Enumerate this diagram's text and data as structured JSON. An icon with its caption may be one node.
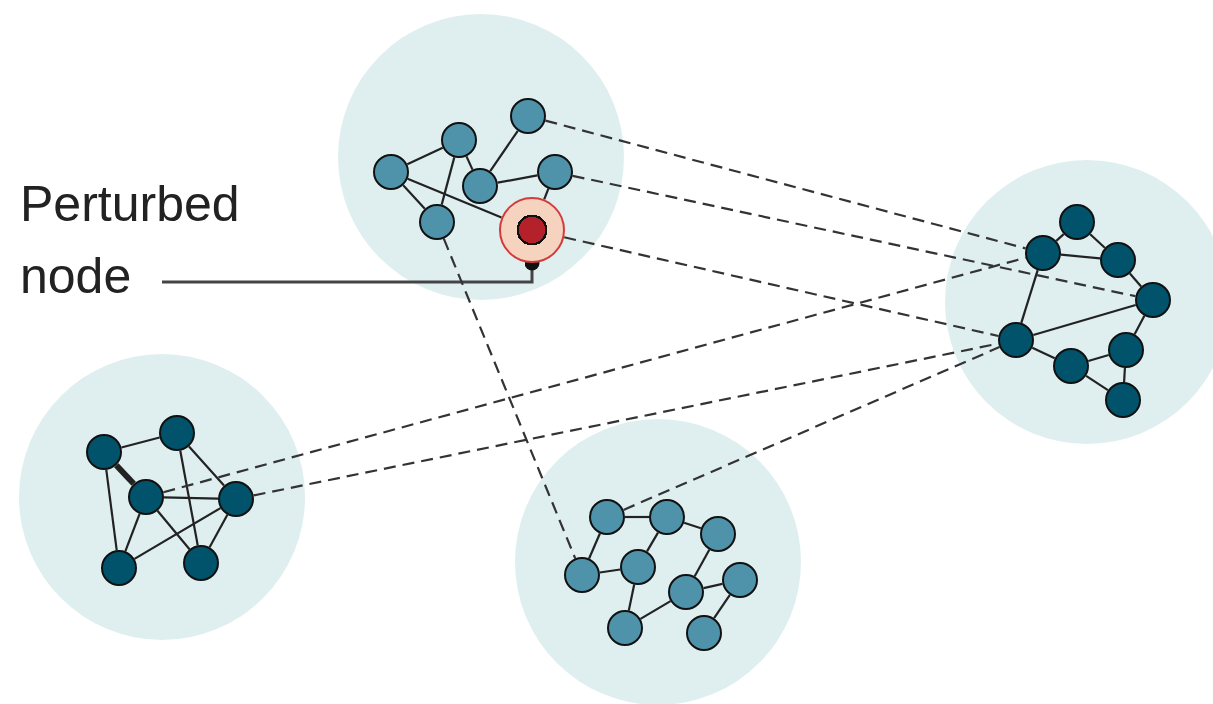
{
  "diagram": {
    "nodes": [
      {
        "text": [],
        "shape": "circle"
      },
      {
        "text": [],
        "shape": "circle",
        "in": 0
      },
      {
        "text": [],
        "shape": "circle",
        "in": 0
      },
      {
        "text": [],
        "shape": "circle",
        "in": 0
      },
      {
        "text": [],
        "shape": "circle",
        "in": 0
      },
      {
        "text": [],
        "shape": "circle",
        "in": 0
      },
      {
        "text": [],
        "shape": "circle",
        "in": 0
      },
      {
        "text": [],
        "shape": "circle",
        "in": 0
      },
      {
        "text": [
          "Perturbed node"
        ]
      },
      {
        "text": [],
        "shape": "circle"
      },
      {
        "text": [],
        "shape": "circle",
        "in": 9
      },
      {
        "text": [],
        "shape": "circle",
        "in": 9
      },
      {
        "text": [],
        "shape": "circle",
        "in": 9
      },
      {
        "text": [],
        "shape": "circle",
        "in": 9
      },
      {
        "text": [],
        "shape": "circle",
        "in": 9
      },
      {
        "text": [],
        "shape": "circle",
        "in": 9
      },
      {
        "text": [],
        "shape": "circle",
        "in": 9
      },
      {
        "text": [],
        "shape": "circle",
        "in": 9
      },
      {
        "text": [],
        "shape": "circle"
      },
      {
        "text": [],
        "shape": "circle",
        "in": 18
      },
      {
        "text": [],
        "shape": "circle",
        "in": 18
      },
      {
        "text": [],
        "shape": "circle",
        "in": 18
      },
      {
        "text": [],
        "shape": "circle",
        "in": 18
      },
      {
        "text": [],
        "shape": "circle",
        "in": 18
      },
      {
        "text": [],
        "shape": "circle",
        "in": 18
      },
      {
        "text": [],
        "shape": "circle"
      },
      {
        "text": [],
        "shape": "circle",
        "in": 25
      },
      {
        "text": [],
        "shape": "circle",
        "in": 25
      },
      {
        "text": [],
        "shape": "circle",
        "in": 25
      },
      {
        "text": [],
        "shape": "circle",
        "in": 25
      },
      {
        "text": [],
        "shape": "circle",
        "in": 25
      },
      {
        "text": [],
        "shape": "circle",
        "in": 25
      },
      {
        "text": [],
        "shape": "circle",
        "in": 25
      },
      {
        "text": [],
        "shape": "circle",
        "in": 25
      },
      {
        "text": [],
        "shape": "circle",
        "in": 25
      }
    ],
    "edges": [
      {
        "from": 1,
        "to": 2,
        "arrow": "none"
      },
      {
        "from": 1,
        "to": 6,
        "arrow": "none"
      },
      {
        "from": 1,
        "to": 7,
        "arrow": "none"
      },
      {
        "from": 2,
        "to": 6,
        "arrow": "none"
      },
      {
        "from": 2,
        "to": 4,
        "arrow": "none"
      },
      {
        "from": 4,
        "to": 3,
        "arrow": "none"
      },
      {
        "from": 4,
        "to": 5,
        "arrow": "none"
      },
      {
        "from": 5,
        "to": 7,
        "arrow": "none"
      },
      {
        "from": 8,
        "to": 7,
        "arrow": "other"
      },
      {
        "from": 10,
        "to": 11,
        "arrow": "none"
      },
      {
        "from": 10,
        "to": 12,
        "arrow": "none"
      },
      {
        "from": 11,
        "to": 12,
        "arrow": "none"
      },
      {
        "from": 12,
        "to": 13,
        "arrow": "none"
      },
      {
        "from": 11,
        "to": 14,
        "arrow": "none"
      },
      {
        "from": 14,
        "to": 13,
        "arrow": "none"
      },
      {
        "from": 13,
        "to": 15,
        "arrow": "none"
      },
      {
        "from": 14,
        "to": 16,
        "arrow": "none"
      },
      {
        "from": 16,
        "to": 15,
        "arrow": "none"
      },
      {
        "from": 15,
        "to": 17,
        "arrow": "none"
      },
      {
        "from": 16,
        "to": 17,
        "arrow": "none"
      },
      {
        "from": 19,
        "to": 20,
        "arrow": "none"
      },
      {
        "from": 19,
        "to": 21,
        "arrow": "none",
        "style": "thick"
      },
      {
        "from": 19,
        "to": 23,
        "arrow": "none"
      },
      {
        "from": 20,
        "to": 22,
        "arrow": "none"
      },
      {
        "from": 20,
        "to": 24,
        "arrow": "none"
      },
      {
        "from": 21,
        "to": 22,
        "arrow": "none"
      },
      {
        "from": 21,
        "to": 23,
        "arrow": "none"
      },
      {
        "from": 21,
        "to": 24,
        "arrow": "none"
      },
      {
        "from": 22,
        "to": 23,
        "arrow": "none"
      },
      {
        "from": 22,
        "to": 24,
        "arrow": "none"
      },
      {
        "from": 26,
        "to": 27,
        "arrow": "none"
      },
      {
        "from": 26,
        "to": 29,
        "arrow": "none"
      },
      {
        "from": 27,
        "to": 30,
        "arrow": "none"
      },
      {
        "from": 27,
        "to": 28,
        "arrow": "none"
      },
      {
        "from": 29,
        "to": 30,
        "arrow": "none"
      },
      {
        "from": 28,
        "to": 31,
        "arrow": "none"
      },
      {
        "from": 30,
        "to": 33,
        "arrow": "none"
      },
      {
        "from": 31,
        "to": 33,
        "arrow": "none"
      },
      {
        "from": 31,
        "to": 32,
        "arrow": "none"
      },
      {
        "from": 32,
        "to": 34,
        "arrow": "none"
      },
      {
        "from": 3,
        "to": 11,
        "arrow": "none",
        "style": "dashed"
      },
      {
        "from": 5,
        "to": 13,
        "arrow": "none",
        "style": "dashed"
      },
      {
        "from": 7,
        "to": 14,
        "arrow": "none",
        "style": "dashed"
      },
      {
        "from": 6,
        "to": 29,
        "arrow": "none",
        "style": "dashed"
      },
      {
        "from": 21,
        "to": 11,
        "arrow": "none",
        "style": "dashed"
      },
      {
        "from": 22,
        "to": 14,
        "arrow": "none",
        "style": "dashed"
      },
      {
        "from": 26,
        "to": 14,
        "arrow": "none",
        "style": "dashed"
      }
    ]
  }
}
